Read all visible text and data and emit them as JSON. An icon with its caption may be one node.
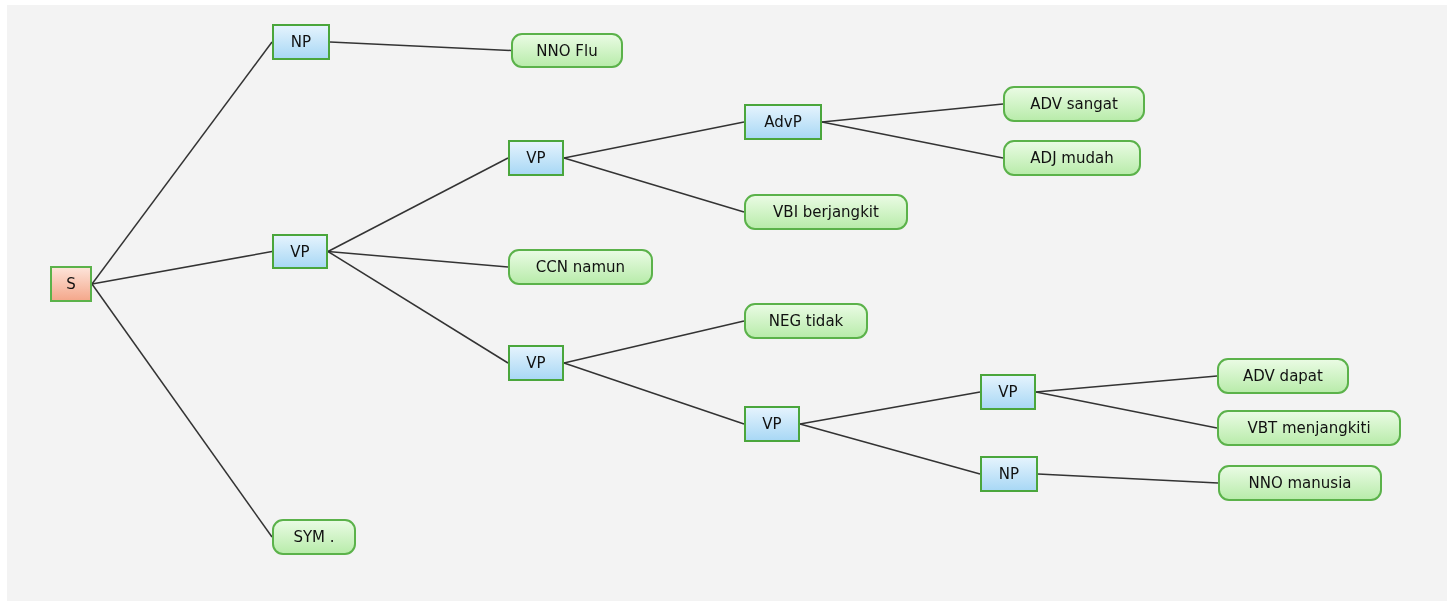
{
  "diagram": {
    "nodes": [
      {
        "text": [
          "S"
        ]
      },
      {
        "text": [
          "NP"
        ]
      },
      {
        "text": [
          "NNO Flu"
        ]
      },
      {
        "text": [
          "VP"
        ]
      },
      {
        "text": [
          "VP"
        ]
      },
      {
        "text": [
          "AdvP"
        ]
      },
      {
        "text": [
          "ADV sangat"
        ]
      },
      {
        "text": [
          "ADJ mudah"
        ]
      },
      {
        "text": [
          "VBI berjangkit"
        ]
      },
      {
        "text": [
          "CCN namun"
        ]
      },
      {
        "text": [
          "VP"
        ]
      },
      {
        "text": [
          "NEG tidak"
        ]
      },
      {
        "text": [
          "VP"
        ]
      },
      {
        "text": [
          "VP"
        ]
      },
      {
        "text": [
          "ADV dapat"
        ]
      },
      {
        "text": [
          "VBT menjangkiti"
        ]
      },
      {
        "text": [
          "NP"
        ]
      },
      {
        "text": [
          "NNO manusia"
        ]
      },
      {
        "text": [
          "SYM ."
        ]
      }
    ],
    "edges": [
      {
        "from": 0,
        "to": 1,
        "arrow": "none"
      },
      {
        "from": 1,
        "to": 2,
        "arrow": "none"
      },
      {
        "from": 0,
        "to": 3,
        "arrow": "none"
      },
      {
        "from": 3,
        "to": 4,
        "arrow": "none"
      },
      {
        "from": 4,
        "to": 5,
        "arrow": "none"
      },
      {
        "from": 5,
        "to": 6,
        "arrow": "none"
      },
      {
        "from": 5,
        "to": 7,
        "arrow": "none"
      },
      {
        "from": 4,
        "to": 8,
        "arrow": "none"
      },
      {
        "from": 3,
        "to": 9,
        "arrow": "none"
      },
      {
        "from": 3,
        "to": 10,
        "arrow": "none"
      },
      {
        "from": 10,
        "to": 11,
        "arrow": "none"
      },
      {
        "from": 10,
        "to": 12,
        "arrow": "none"
      },
      {
        "from": 12,
        "to": 13,
        "arrow": "none"
      },
      {
        "from": 13,
        "to": 14,
        "arrow": "none"
      },
      {
        "from": 13,
        "to": 15,
        "arrow": "none"
      },
      {
        "from": 12,
        "to": 16,
        "arrow": "none"
      },
      {
        "from": 16,
        "to": 17,
        "arrow": "none"
      },
      {
        "from": 0,
        "to": 18,
        "arrow": "none"
      }
    ]
  }
}
